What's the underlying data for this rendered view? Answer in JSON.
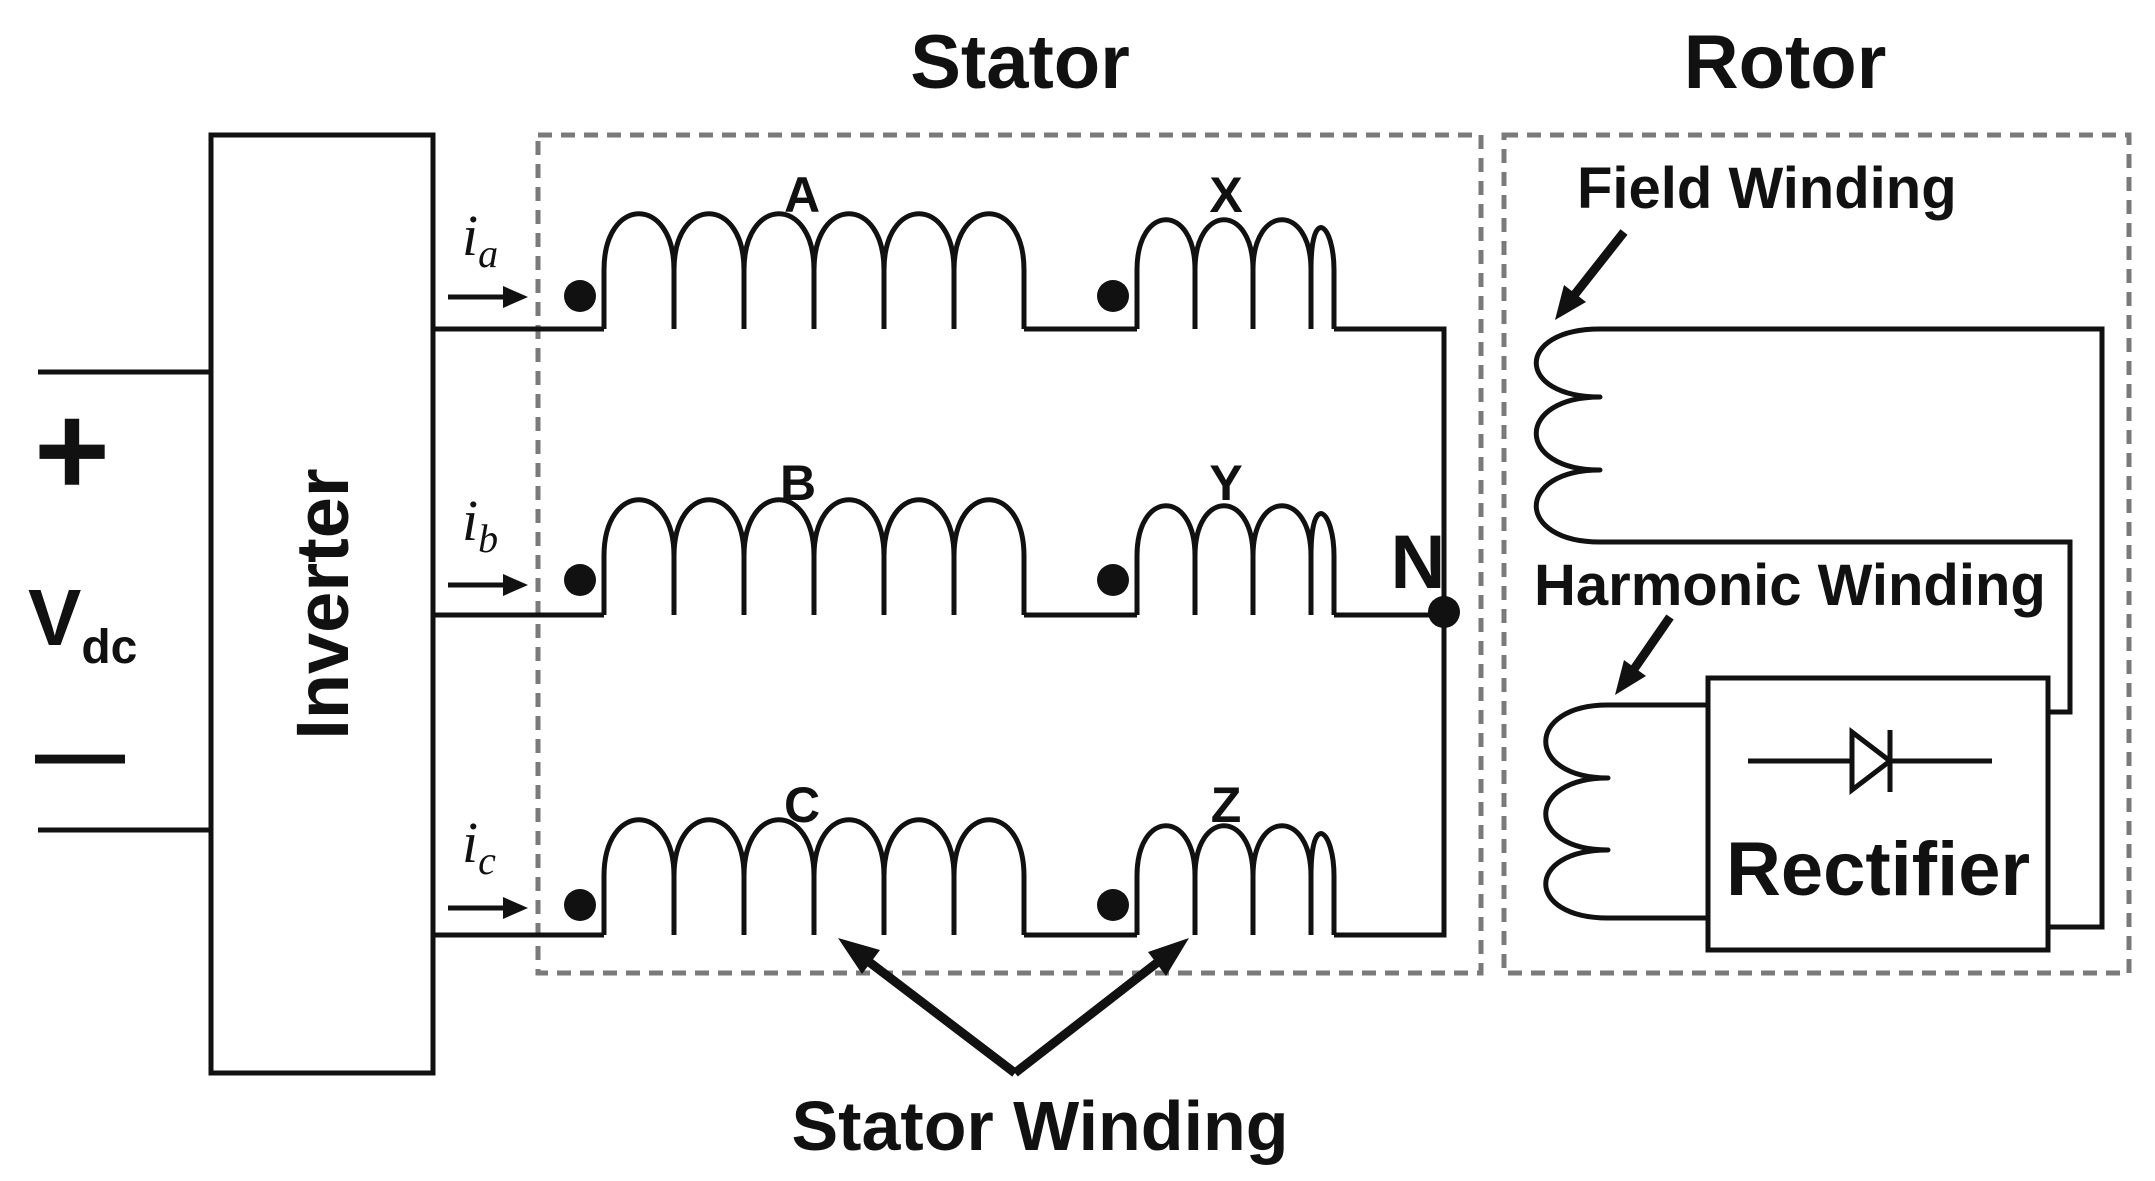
{
  "sections": {
    "stator_title": "Stator",
    "rotor_title": "Rotor"
  },
  "source": {
    "plus": "+",
    "minus": "—",
    "label": "V",
    "label_sub": "dc"
  },
  "inverter": {
    "label": "Inverter"
  },
  "currents": [
    {
      "symbol": "i",
      "sub": "a"
    },
    {
      "symbol": "i",
      "sub": "b"
    },
    {
      "symbol": "i",
      "sub": "c"
    }
  ],
  "stator": {
    "main_windings": [
      "A",
      "B",
      "C"
    ],
    "aux_windings": [
      "X",
      "Y",
      "Z"
    ],
    "neutral_label": "N",
    "winding_callout": "Stator Winding"
  },
  "rotor": {
    "field_winding_label": "Field Winding",
    "harmonic_winding_label": "Harmonic Winding",
    "rectifier_label": "Rectifier"
  },
  "colors": {
    "line": "#111111",
    "dashed_border": "#7a7a7a",
    "background": "#ffffff"
  }
}
